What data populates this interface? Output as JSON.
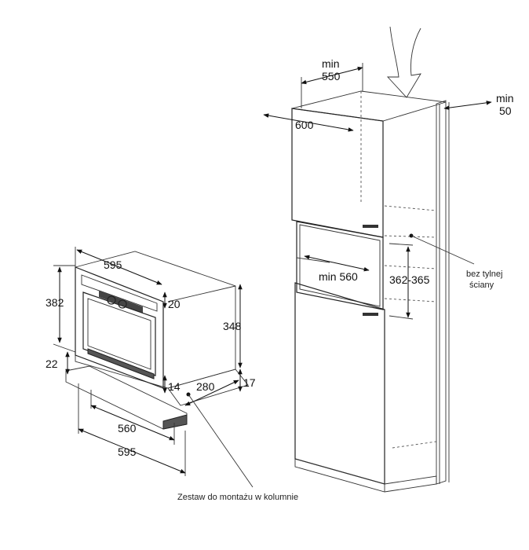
{
  "oven": {
    "width_top": "595",
    "height_left": "382",
    "top_gap": "20",
    "depth_height": "348",
    "bottom_gap": "22",
    "lower_gap": "14",
    "depth": "280",
    "side_gap": "17",
    "inner_width": "560",
    "total_width": "595"
  },
  "cabinet": {
    "min_label_top": "min",
    "min_value_top": "550",
    "width_600": "600",
    "min_label_side": "min",
    "min_value_side": "50",
    "niche_label": "min 560",
    "niche_height": "362-365",
    "back_note_line1": "bez tylnej",
    "back_note_line2": "ściany"
  },
  "caption": "Zestaw do montażu w kolumnie"
}
